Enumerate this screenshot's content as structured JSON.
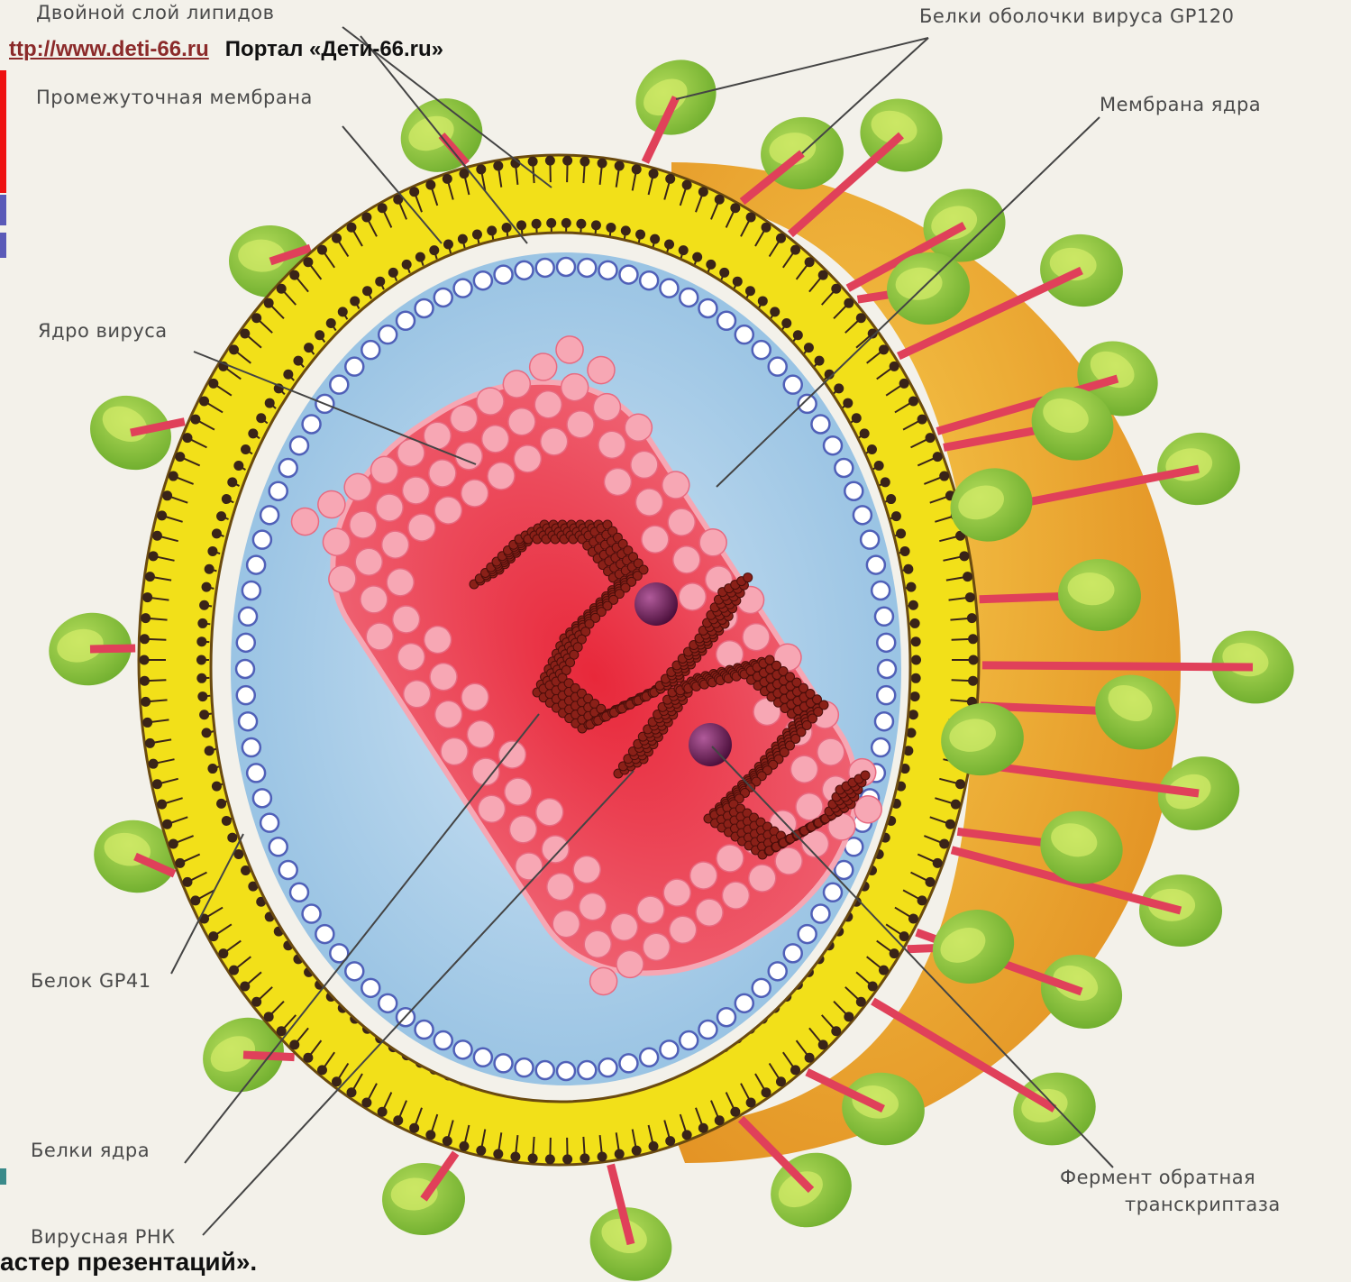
{
  "header": {
    "link": "ttp://www.deti-66.ru",
    "portal": "Портал «Дети-66.ru»"
  },
  "footer": {
    "text": "астер презентаций»."
  },
  "labels": {
    "lipid_bilayer": "Двойной слой липидов",
    "gp120": "Белки оболочки вируса GP120",
    "intermediate_membrane": "Промежуточная мембрана",
    "core_membrane": "Мембрана ядра",
    "virus_core": "Ядро вируса",
    "gp41": "Белок GP41",
    "core_proteins": "Белки ядра",
    "viral_rna": "Вирусная РНК",
    "reverse_transcriptase_1": "Фермент обратная",
    "reverse_transcriptase_2": "транскриптаза"
  },
  "colors": {
    "background": "#f3f1ea",
    "bilayer_yellow": "#f2e019",
    "lipid_head": "#3a2418",
    "spike_green": "#8ec63f",
    "spike_highlight": "#d6ec6a",
    "stalk": "#e0405a",
    "envelope_orange": "#eba12b",
    "capsule_blue": "#a7cbe6",
    "core_red": "#e03a48",
    "core_pink": "#f7a7b4",
    "rna_bead": "#8a2018",
    "enzyme_purple": "#6b1a55",
    "left_strip_red": "#ee1111",
    "left_strip_blue": "#5a5ab8"
  }
}
